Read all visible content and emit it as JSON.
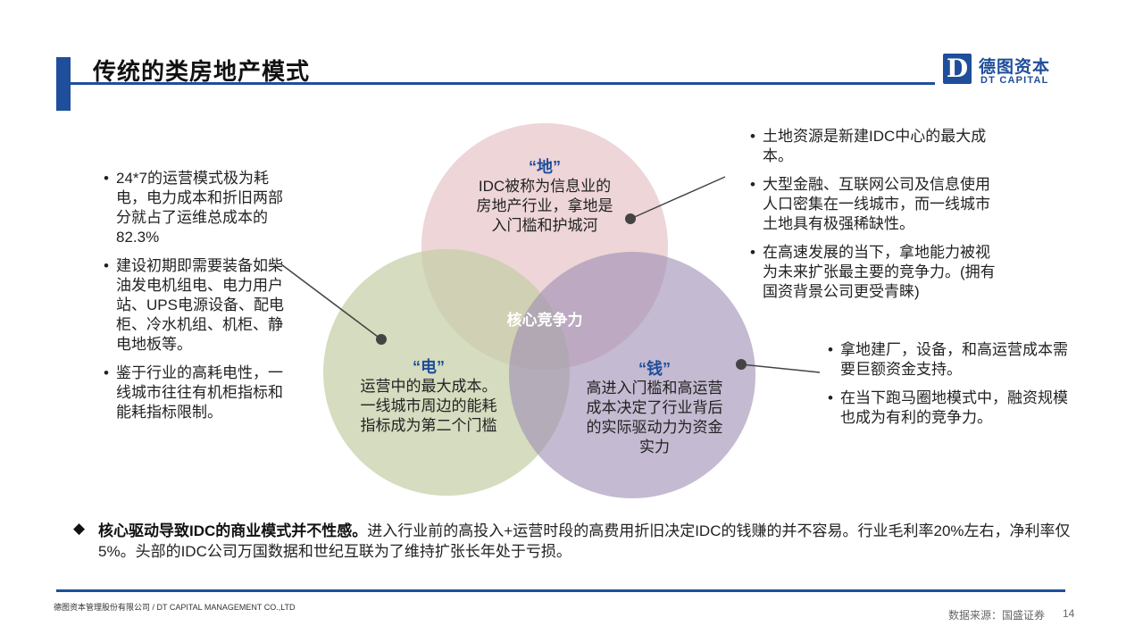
{
  "header": {
    "title": "传统的类房地产模式",
    "logo_cn": "德图资本",
    "logo_en": "DT CAPITAL",
    "logo_letter": "D"
  },
  "colors": {
    "brand": "#1f4e9a",
    "circle_land": "#e8c9cd",
    "circle_power": "#c5cfa6",
    "circle_money": "#b7aac4"
  },
  "venn": {
    "center_label": "核心竞争力",
    "land": {
      "head": "“地”",
      "lines": [
        "IDC被称为信息业的",
        "房地产行业，拿地是",
        "入门槛和护城河"
      ]
    },
    "power": {
      "head": "“电”",
      "lines": [
        "运营中的最大成本。",
        "一线城市周边的能耗",
        "指标成为第二个门槛"
      ]
    },
    "money": {
      "head": "“钱”",
      "lines": [
        "高进入门槛和高运营",
        "成本决定了行业背后",
        "的实际驱动力为资金",
        "实力"
      ]
    }
  },
  "left_bullets": [
    "24*7的运营模式极为耗电，电力成本和折旧两部分就占了运维总成本的82.3%",
    "建设初期即需要装备如柴油发电机组电、电力用户站、UPS电源设备、配电柜、冷水机组、机柜、静电地板等。",
    "鉴于行业的高耗电性，一线城市往往有机柜指标和能耗指标限制。"
  ],
  "top_right_bullets": [
    "土地资源是新建IDC中心的最大成本。",
    "大型金融、互联网公司及信息使用人口密集在一线城市，而一线城市土地具有极强稀缺性。",
    "在高速发展的当下，拿地能力被视为未来扩张最主要的竞争力。(拥有国资背景公司更受青睐)"
  ],
  "bottom_right_bullets": [
    "拿地建厂，设备，和高运营成本需要巨额资金支持。",
    "在当下跑马圈地模式中，融资规模也成为有利的竞争力。"
  ],
  "bottom": {
    "diamond": "◆",
    "bold": "核心驱动导致IDC的商业模式并不性感。",
    "text": "进入行业前的高投入+运营时段的高费用折旧决定IDC的钱赚的并不容易。行业毛利率20%左右，净利率仅5%。头部的IDC公司万国数据和世纪互联为了维持扩张长年处于亏损。"
  },
  "footer": {
    "company": "德图资本管理股份有限公司 / DT CAPITAL MANAGEMENT CO.,LTD",
    "source": "数据来源：国盛证券",
    "page": "14"
  }
}
